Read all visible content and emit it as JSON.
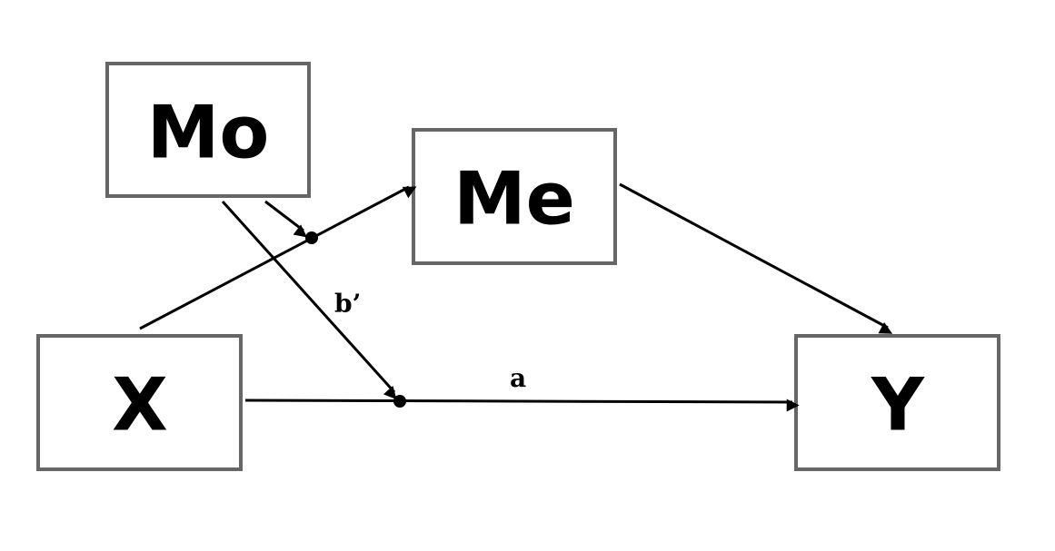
{
  "nodes": {
    "mo": "Mo",
    "me": "Me",
    "x": "X",
    "y": "Y"
  },
  "edge_labels": {
    "a": "a",
    "b_prime": "b’"
  },
  "colors": {
    "box_border": "#666666",
    "line": "#000000",
    "background": "#ffffff"
  }
}
